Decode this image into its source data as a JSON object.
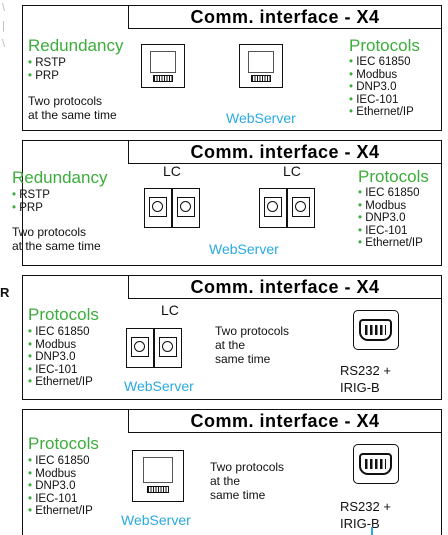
{
  "colors": {
    "accent_green": "#3cad3c",
    "accent_blue": "#29a9e1"
  },
  "panels": [
    {
      "title": "Comm. interface - X4",
      "redundancy": {
        "label": "Redundancy",
        "items": [
          "RSTP",
          "PRP"
        ]
      },
      "note": [
        "Two protocols",
        "at the same time"
      ],
      "webserver": "WebServer",
      "protocols": {
        "label": "Protocols",
        "items": [
          "IEC 61850",
          "Modbus",
          "DNP3.0",
          "IEC-101",
          "Ethernet/IP"
        ]
      },
      "ports": [
        "rj45",
        "rj45"
      ]
    },
    {
      "title": "Comm. interface - X4",
      "redundancy": {
        "label": "Redundancy",
        "items": [
          "RSTP",
          "PRP"
        ]
      },
      "note": [
        "Two protocols",
        "at the same time"
      ],
      "lc_labels": [
        "LC",
        "LC"
      ],
      "webserver": "WebServer",
      "protocols": {
        "label": "Protocols",
        "items": [
          "IEC 61850",
          "Modbus",
          "DNP3.0",
          "IEC-101",
          "Ethernet/IP"
        ]
      },
      "ports": [
        "fiber-lc",
        "fiber-lc"
      ]
    },
    {
      "title": "Comm. interface - X4",
      "protocols": {
        "label": "Protocols",
        "items": [
          "IEC 61850",
          "Modbus",
          "DNP3.0",
          "IEC-101",
          "Ethernet/IP"
        ]
      },
      "lc_label": "LC",
      "note": [
        "Two protocols",
        "at the",
        "same time"
      ],
      "webserver": "WebServer",
      "serial": [
        "RS232 +",
        "IRIG-B"
      ],
      "ports": [
        "fiber-lc",
        "firewire"
      ]
    },
    {
      "title": "Comm. interface - X4",
      "protocols": {
        "label": "Protocols",
        "items": [
          "IEC 61850",
          "Modbus",
          "DNP3.0",
          "IEC-101",
          "Ethernet/IP"
        ]
      },
      "note": [
        "Two protocols",
        "at the",
        "same time"
      ],
      "webserver": "WebServer",
      "serial": [
        "RS232 +",
        "IRIG-B"
      ],
      "ports": [
        "rj45",
        "firewire"
      ]
    }
  ],
  "side_marker": "R"
}
